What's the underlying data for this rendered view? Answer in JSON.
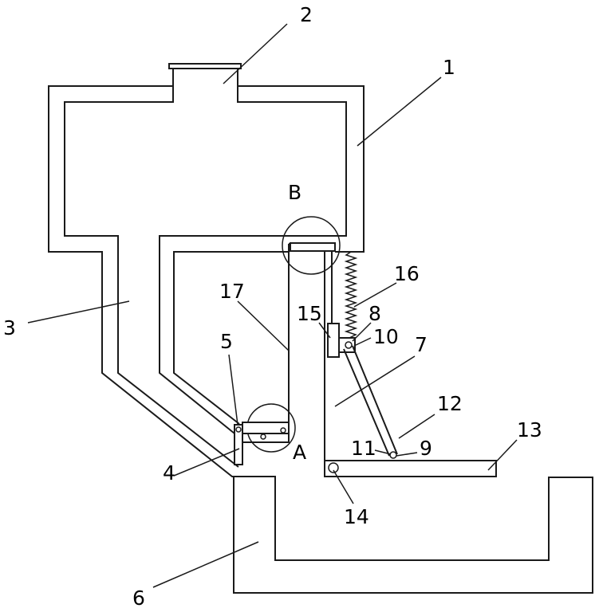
{
  "labels": {
    "l1": "1",
    "l2": "2",
    "l3": "3",
    "l4": "4",
    "l5": "5",
    "l6": "6",
    "l7": "7",
    "l8": "8",
    "l9": "9",
    "l10": "10",
    "l11": "11",
    "l12": "12",
    "l13": "13",
    "l14": "14",
    "l15": "15",
    "l16": "16",
    "l17": "17",
    "detailA": "A",
    "detailB": "B"
  },
  "colors": {
    "line": "#1a1a1a",
    "background": "#ffffff"
  }
}
